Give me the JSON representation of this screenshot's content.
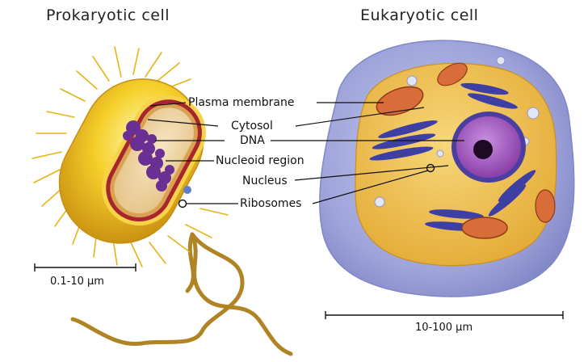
{
  "prokaryote": {
    "title": "Prokaryotic cell",
    "scale_label": "0.1-10 µm"
  },
  "eukaryote": {
    "title": "Eukaryotic cell",
    "scale_label": "10-100 µm"
  },
  "labels": {
    "plasma_membrane": "Plasma membrane",
    "cytosol": "Cytosol",
    "dna": "DNA",
    "nucleoid_region": "Nucleoid region",
    "nucleus": "Nucleus",
    "ribosomes": "Ribosomes"
  },
  "colors": {
    "capsule": "#f2c21b",
    "membrane_red": "#a8252e",
    "cytoplasm": "#f1d8a6",
    "dna_purple": "#6a2f93",
    "eukaryote_outer": "#a9aee0",
    "eukaryote_inner": "#f0c24d",
    "nucleus": "#9a56b8",
    "er_blue": "#3d3fa5",
    "mitochondria": "#d86d3a",
    "flagellum": "#b58a2a"
  }
}
